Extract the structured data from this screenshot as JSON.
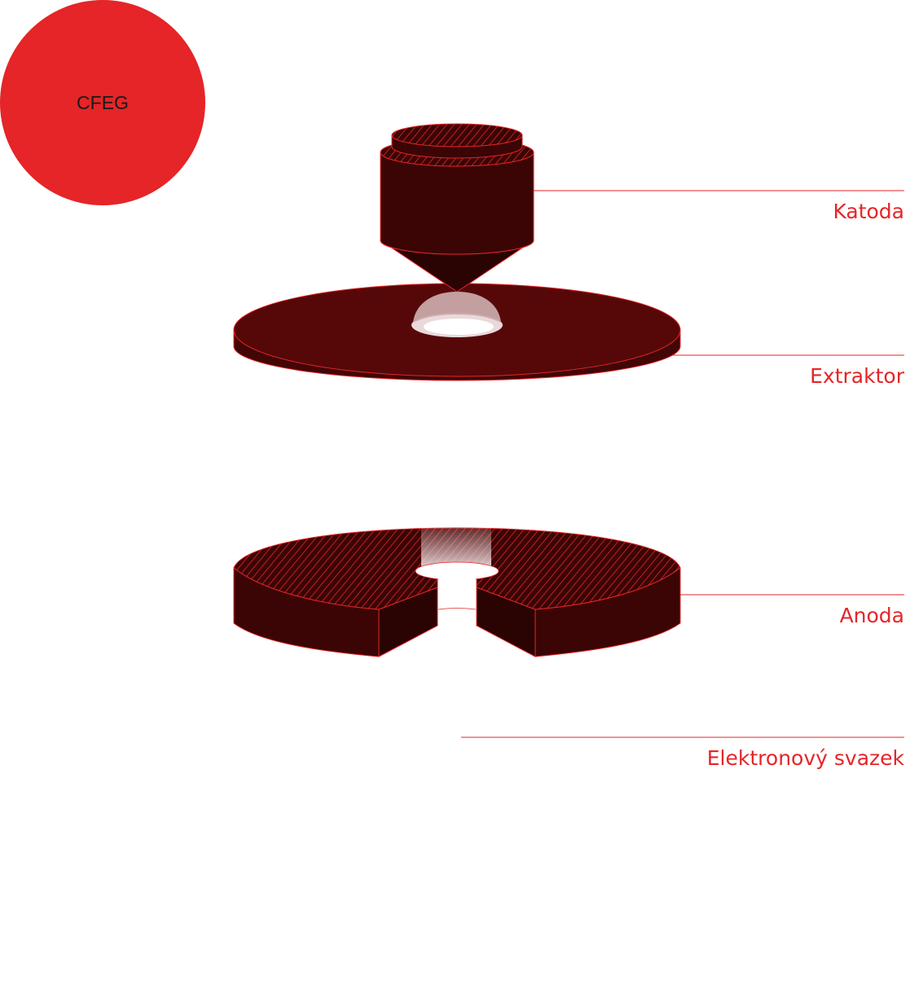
{
  "badge": {
    "text": "CFEG"
  },
  "labels": {
    "cathode": "Katoda",
    "extractor": "Extraktor",
    "anode": "Anoda",
    "beam": "Elektronový svazek"
  },
  "colors": {
    "accent": "#e52527",
    "dark_body": "#3b0506",
    "disc_top": "#560809",
    "disc_side": "#420607",
    "shadow": "#2a0303",
    "emission": "#c9a8a9",
    "background": "#ffffff"
  }
}
